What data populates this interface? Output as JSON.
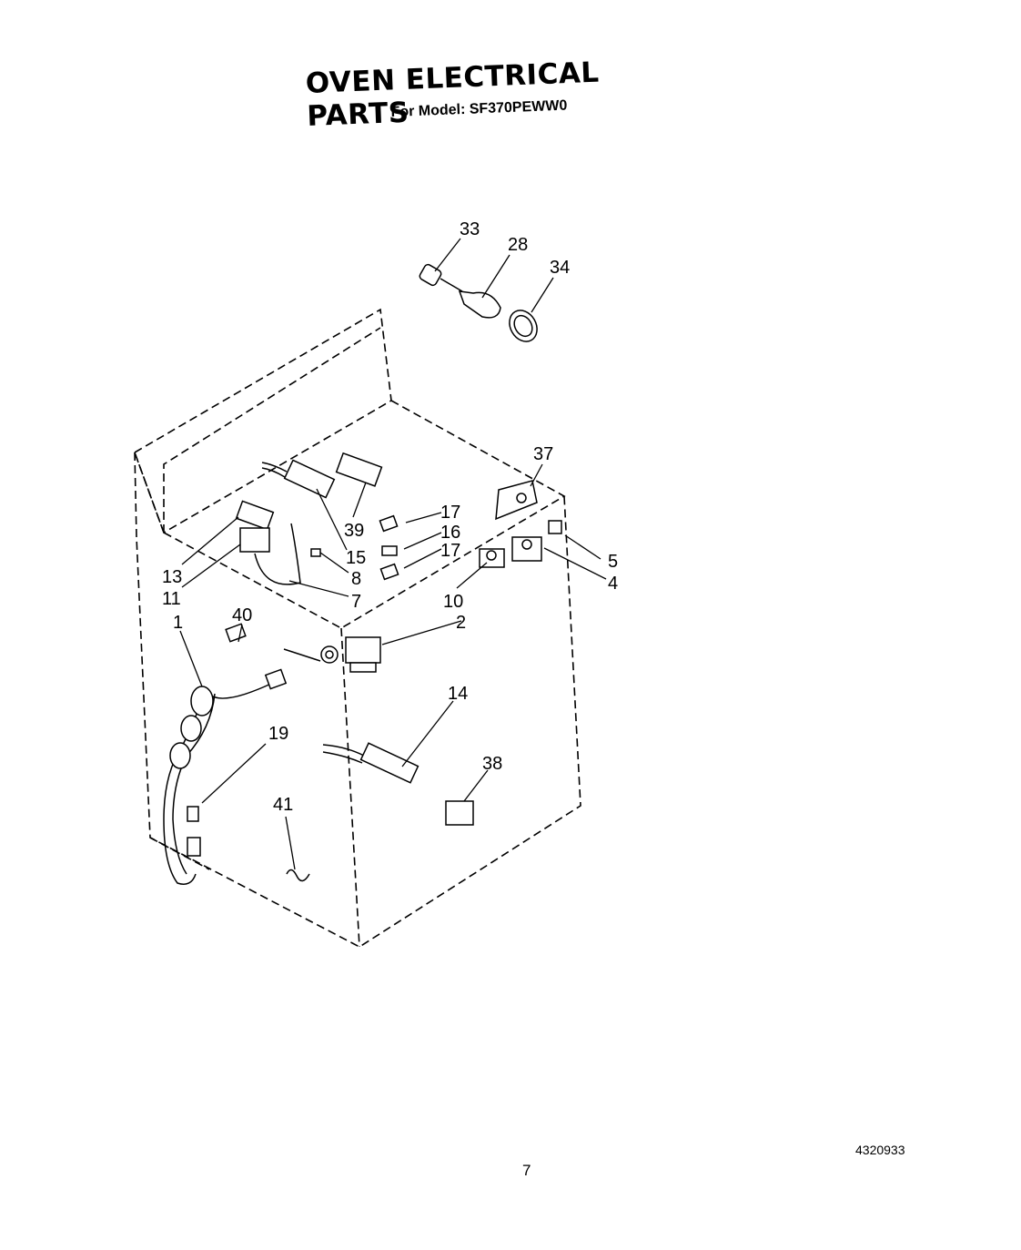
{
  "header": {
    "title": "OVEN ELECTRICAL PARTS",
    "subtitle": "For Model: SF370PEWW0"
  },
  "callouts": [
    {
      "id": "c33",
      "label": "33"
    },
    {
      "id": "c28",
      "label": "28"
    },
    {
      "id": "c34",
      "label": "34"
    },
    {
      "id": "c37",
      "label": "37"
    },
    {
      "id": "c39",
      "label": "39"
    },
    {
      "id": "c17a",
      "label": "17"
    },
    {
      "id": "c16",
      "label": "16"
    },
    {
      "id": "c17b",
      "label": "17"
    },
    {
      "id": "c5",
      "label": "5"
    },
    {
      "id": "c4",
      "label": "4"
    },
    {
      "id": "c13",
      "label": "13"
    },
    {
      "id": "c11",
      "label": "11"
    },
    {
      "id": "c15",
      "label": "15"
    },
    {
      "id": "c8",
      "label": "8"
    },
    {
      "id": "c7",
      "label": "7"
    },
    {
      "id": "c10",
      "label": "10"
    },
    {
      "id": "c2",
      "label": "2"
    },
    {
      "id": "c1",
      "label": "1"
    },
    {
      "id": "c40",
      "label": "40"
    },
    {
      "id": "c14",
      "label": "14"
    },
    {
      "id": "c19",
      "label": "19"
    },
    {
      "id": "c38",
      "label": "38"
    },
    {
      "id": "c41",
      "label": "41"
    }
  ],
  "footer": {
    "page_number": "7",
    "document_number": "4320933"
  }
}
